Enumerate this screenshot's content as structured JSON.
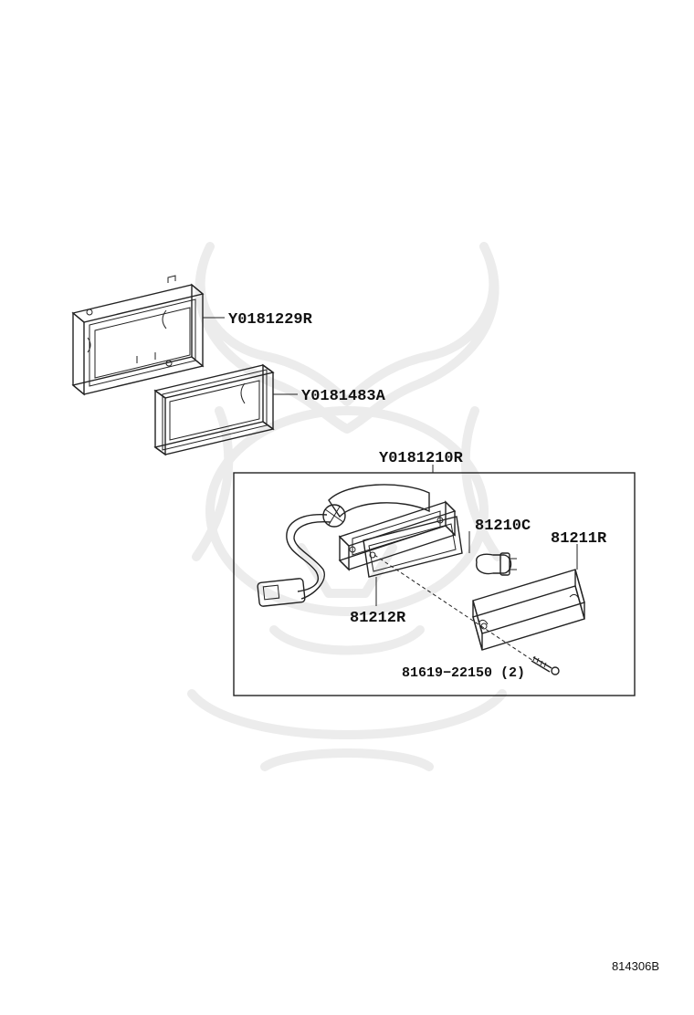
{
  "labels": {
    "bezel": "Y0181229R",
    "gasket": "Y0181483A",
    "assembly": "Y0181210R",
    "bulb": "81210C",
    "lens": "81211R",
    "lens_gasket": "81212R",
    "screw": "81619−22150 (2)"
  },
  "diagram_code": "814306B"
}
